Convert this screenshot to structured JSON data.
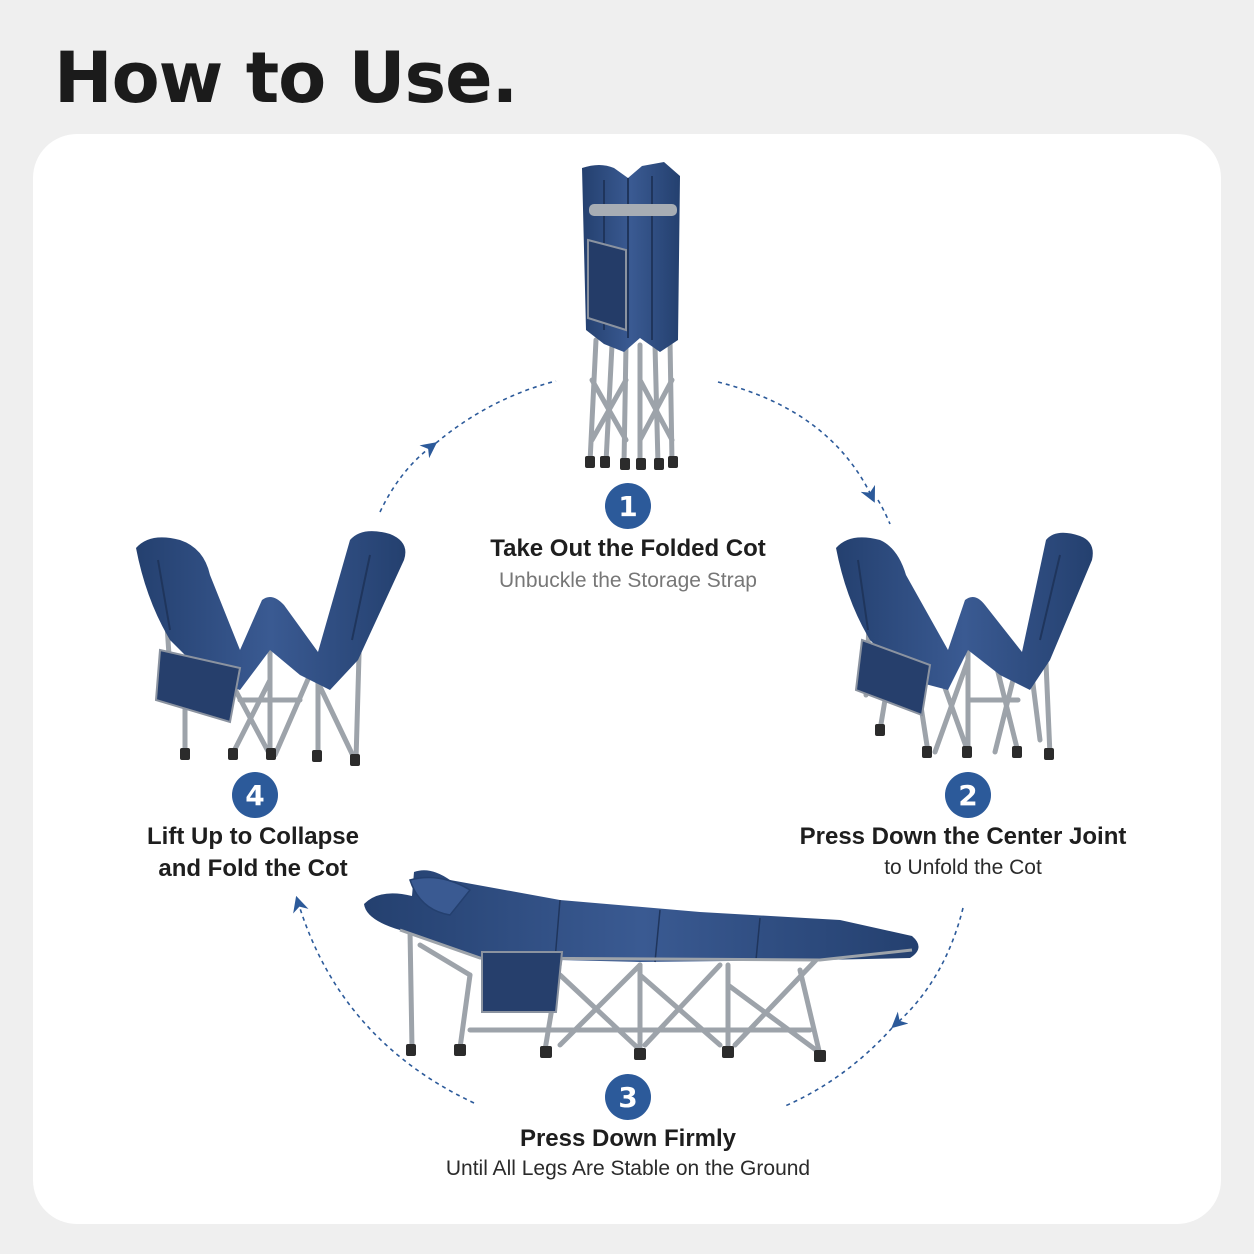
{
  "title": "How to Use.",
  "colors": {
    "accent": "#2c5a9a",
    "fabric": "#2d4677",
    "frame": "#9da3aa",
    "background": "#efefef",
    "card": "#ffffff"
  },
  "steps": [
    {
      "number": "1",
      "title": "Take Out the Folded Cot",
      "subtitle": "Unbuckle the Storage Strap",
      "image": "folded-cot"
    },
    {
      "number": "2",
      "title": "Press Down the Center Joint",
      "subtitle": "to Unfold the Cot",
      "image": "half-unfolded-cot"
    },
    {
      "number": "3",
      "title": "Press Down Firmly",
      "subtitle": "Until All Legs Are Stable on the Ground",
      "image": "unfolded-cot"
    },
    {
      "number": "4",
      "title": "Lift Up to Collapse",
      "subtitle": "and Fold the Cot",
      "image": "half-folded-cot"
    }
  ],
  "icons": [
    "cycle-arrow-icon"
  ]
}
